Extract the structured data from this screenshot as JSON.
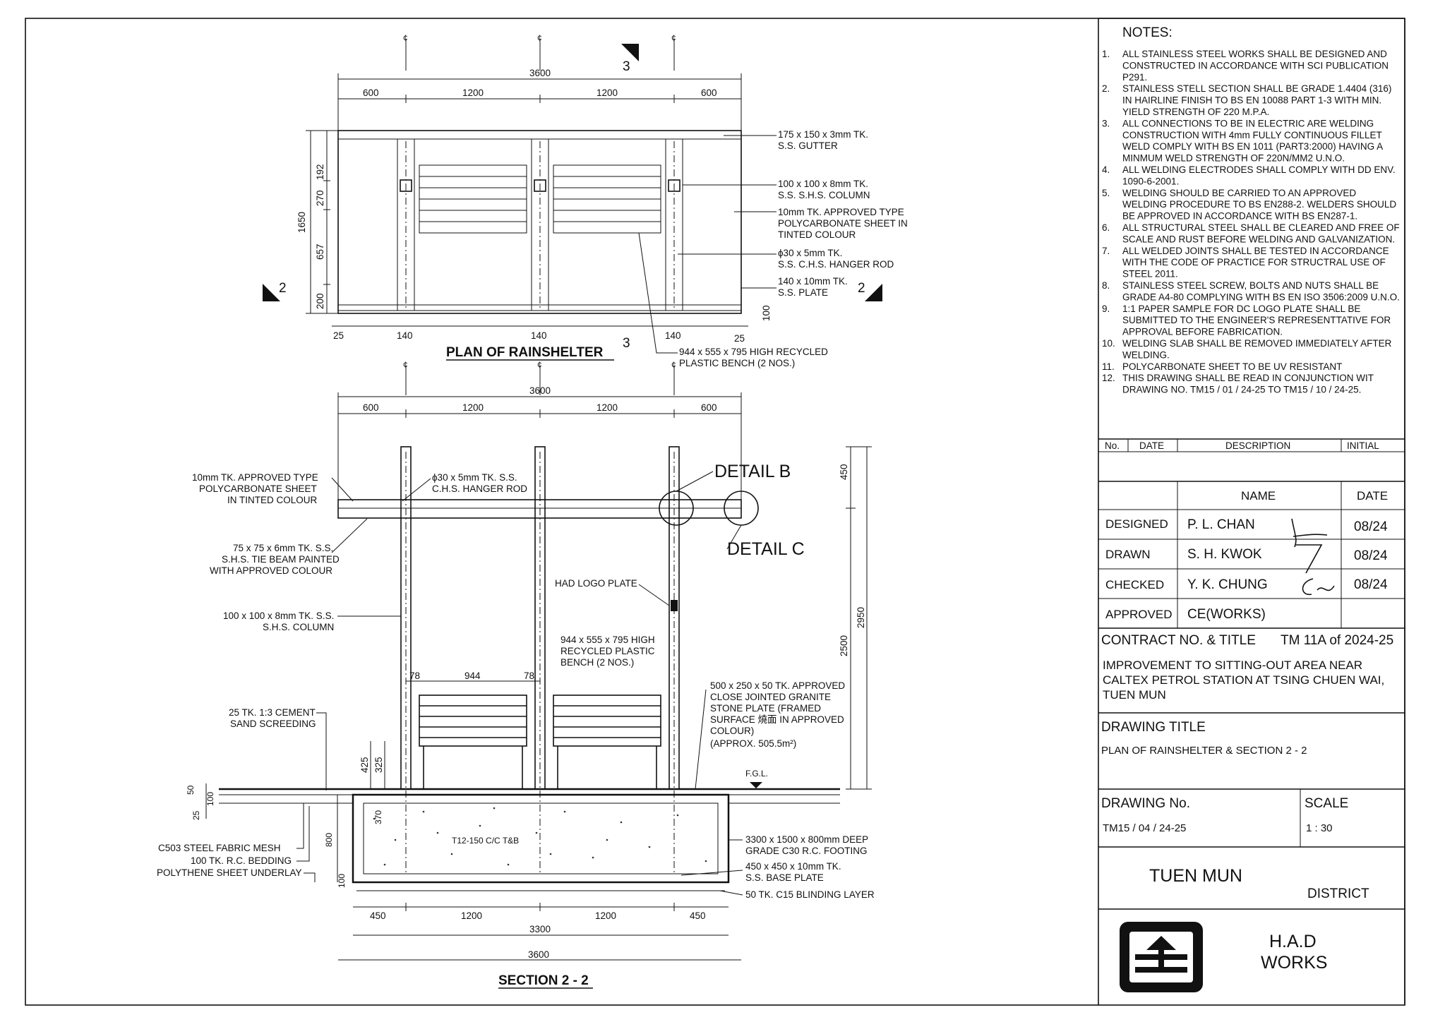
{
  "plan": {
    "title": "PLAN OF RAINSHELTER",
    "dims_top": {
      "overall": "3600",
      "seg1": "600",
      "seg2": "1200",
      "seg3": "1200",
      "seg4": "600"
    },
    "dims_left": {
      "overall": "1650",
      "d1": "192",
      "d2": "270",
      "d3": "657",
      "d4": "200"
    },
    "dims_bottom": {
      "b1": "25",
      "b2": "140",
      "b3": "140",
      "b4": "140",
      "b5": "25",
      "b6": "100"
    },
    "section_mark_2": "2",
    "section_mark_3": "3",
    "labels": [
      "175 x 150 x 3mm TK.",
      "S.S. GUTTER",
      "100 x 100 x 8mm TK.",
      "S.S. S.H.S. COLUMN",
      "10mm TK. APPROVED TYPE",
      "POLYCARBONATE SHEET IN",
      "TINTED COLOUR",
      "ϕ30 x 5mm TK.",
      "S.S. C.H.S. HANGER ROD",
      "140 x 10mm TK.",
      "S.S. PLATE",
      "944 x 555 x 795 HIGH RECYCLED",
      "PLASTIC BENCH (2 NOS.)"
    ]
  },
  "section": {
    "title": "SECTION 2 - 2",
    "dims_top": {
      "overall": "3600",
      "seg1": "600",
      "seg2": "1200",
      "seg3": "1200",
      "seg4": "600"
    },
    "dims_bottom": {
      "s1": "450",
      "s2": "1200",
      "s3": "1200",
      "s4": "450",
      "footing": "3300",
      "overall": "3600"
    },
    "dims_right": {
      "d1": "450",
      "d2": "2500",
      "d3": "2950"
    },
    "dims_bench": {
      "a": "78",
      "b": "944",
      "c": "78",
      "h1": "425",
      "h2": "325"
    },
    "dims_footing": {
      "f1": "370",
      "f2": "800",
      "f3": "100",
      "g1": "50",
      "g2": "100",
      "g3": "25"
    },
    "detail_b": "DETAIL B",
    "detail_c": "DETAIL C",
    "fgl": "F.G.L.",
    "rebar": "T12-150 C/C T&B",
    "labels_left": [
      "10mm TK. APPROVED TYPE",
      "POLYCARBONATE SHEET",
      "IN TINTED COLOUR",
      "75 x 75 x 6mm TK. S.S.",
      "S.H.S. TIE BEAM PAINTED",
      "WITH APPROVED COLOUR",
      "100 x 100 x 8mm TK. S.S.",
      "S.H.S. COLUMN",
      "25 TK. 1:3 CEMENT",
      "SAND SCREEDING",
      "C503 STEEL FABRIC MESH",
      "100 TK. R.C. BEDDING",
      "POLYTHENE SHEET UNDERLAY"
    ],
    "labels_mid": [
      "ϕ30 x 5mm TK. S.S.",
      "C.H.S. HANGER ROD",
      "HAD LOGO PLATE",
      "944 x 555 x 795 HIGH",
      "RECYCLED PLASTIC",
      "BENCH (2 NOS.)"
    ],
    "labels_right": [
      "500 x 250 x 50 TK. APPROVED",
      "CLOSE JOINTED GRANITE",
      "STONE PLATE (FRAMED",
      "SURFACE 燒面 IN APPROVED",
      "COLOUR)",
      "(APPROX. 505.5m²)",
      "3300 x 1500 x 800mm DEEP",
      "GRADE C30 R.C. FOOTING",
      "450 x 450 x 10mm TK.",
      "S.S. BASE PLATE",
      "50 TK. C15 BLINDING LAYER"
    ]
  },
  "notes": {
    "heading": "NOTES:",
    "items": [
      {
        "n": "1.",
        "lines": [
          "ALL STAINLESS STEEL WORKS SHALL BE DESIGNED AND",
          "CONSTRUCTED IN ACCORDANCE WITH SCI PUBLICATION",
          "P291."
        ]
      },
      {
        "n": "2.",
        "lines": [
          "STAINLESS STELL SECTION SHALL BE GRADE 1.4404 (316)",
          "IN HAIRLINE FINISH TO BS EN 10088 PART 1-3 WITH MIN.",
          "YIELD STRENGTH OF 220 M.P.A."
        ]
      },
      {
        "n": "3.",
        "lines": [
          "ALL CONNECTIONS TO BE IN ELECTRIC ARE WELDING",
          "CONSTRUCTION WITH 4mm FULLY CONTINUOUS FILLET",
          "WELD COMPLY WITH BS EN 1011 (PART3:2000) HAVING A",
          "MINMUM WELD STRENGTH OF 220N/MM2 U.N.O."
        ]
      },
      {
        "n": "4.",
        "lines": [
          "ALL WELDING ELECTRODES SHALL COMPLY WITH DD ENV.",
          "1090-6-2001."
        ]
      },
      {
        "n": "5.",
        "lines": [
          "WELDING SHOULD BE CARRIED TO AN APPROVED",
          "WELDING PROCEDURE TO BS EN288-2.  WELDERS SHOULD",
          "BE APPROVED IN ACCORDANCE WITH BS EN287-1."
        ]
      },
      {
        "n": "6.",
        "lines": [
          "ALL STRUCTURAL STEEL SHALL BE CLEARED AND FREE OF",
          "SCALE AND RUST BEFORE WELDING AND GALVANIZATION."
        ]
      },
      {
        "n": "7.",
        "lines": [
          "ALL WELDED JOINTS SHALL BE TESTED IN ACCORDANCE",
          "WITH THE CODE OF PRACTICE FOR STRUCTRAL USE OF",
          "STEEL 2011."
        ]
      },
      {
        "n": "8.",
        "lines": [
          "STAINLESS STEEL SCREW, BOLTS AND NUTS SHALL BE",
          "GRADE A4-80 COMPLYING WITH BS EN ISO 3506:2009 U.N.O."
        ]
      },
      {
        "n": "9.",
        "lines": [
          "1:1 PAPER SAMPLE FOR DC LOGO PLATE SHALL BE",
          "SUBMITTED TO THE ENGINEER'S REPRESENTTATIVE FOR",
          "APPROVAL BEFORE FABRICATION."
        ]
      },
      {
        "n": "10.",
        "lines": [
          "WELDING SLAB SHALL BE REMOVED IMMEDIATELY AFTER",
          "WELDING."
        ]
      },
      {
        "n": "11.",
        "lines": [
          "POLYCARBONATE SHEET TO BE UV RESISTANT"
        ]
      },
      {
        "n": "12.",
        "lines": [
          "THIS DRAWING SHALL BE READ IN CONJUNCTION WIT",
          "DRAWING NO. TM15 / 01 / 24-25 TO TM15 / 10 / 24-25."
        ]
      }
    ]
  },
  "revision": {
    "col_no": "No.",
    "col_date": "DATE",
    "col_desc": "DESCRIPTION",
    "col_initial": "INITIAL"
  },
  "signoff": {
    "col_name": "NAME",
    "col_date": "DATE",
    "rows": [
      {
        "role": "DESIGNED",
        "name": "P. L. CHAN",
        "date": "08/24"
      },
      {
        "role": "DRAWN",
        "name": "S. H. KWOK",
        "date": "08/24"
      },
      {
        "role": "CHECKED",
        "name": "Y. K. CHUNG",
        "date": "08/24"
      },
      {
        "role": "APPROVED",
        "name": "CE(WORKS)",
        "date": ""
      }
    ]
  },
  "contract": {
    "label": "CONTRACT NO. & TITLE",
    "number": "TM 11A of 2024-25",
    "title_lines": [
      "IMPROVEMENT TO SITTING-OUT AREA NEAR",
      "CALTEX PETROL STATION AT TSING CHUEN WAI,",
      "TUEN MUN"
    ]
  },
  "drawing_title": {
    "label": "DRAWING TITLE",
    "value": "PLAN OF RAINSHELTER & SECTION 2 - 2"
  },
  "drawing_no": {
    "label": "DRAWING No.",
    "value": "TM15 / 04 / 24-25"
  },
  "scale": {
    "label": "SCALE",
    "value": "1 : 30"
  },
  "district": {
    "name": "TUEN   MUN",
    "label": "DISTRICT"
  },
  "office": {
    "line1": "H.A.D",
    "line2": "WORKS"
  }
}
